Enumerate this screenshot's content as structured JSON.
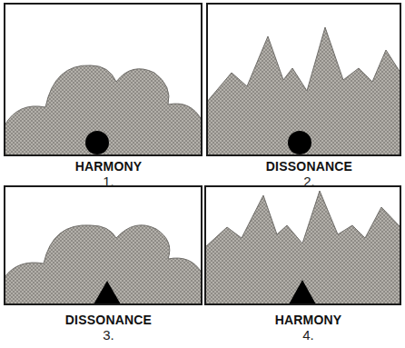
{
  "diagram": {
    "nodes": [
      {
        "text": [
          "HARMONY",
          "1."
        ]
      },
      {
        "text": [
          "DISSONANCE",
          "2."
        ]
      },
      {
        "text": [
          "DISSONANCE",
          "3."
        ]
      },
      {
        "text": [
          "HARMONY",
          "4."
        ]
      }
    ]
  }
}
